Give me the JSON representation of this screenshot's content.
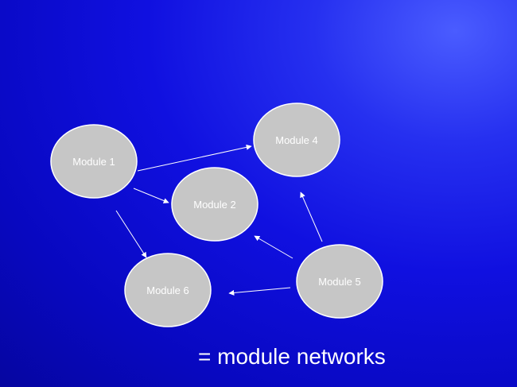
{
  "colors": {
    "node_fill": "#c6c6c6",
    "node_stroke": "#ffffff",
    "edge": "#ffffff"
  },
  "nodes": [
    {
      "id": "m1",
      "label": "Module 1"
    },
    {
      "id": "m2",
      "label": "Module 2"
    },
    {
      "id": "m4",
      "label": "Module 4"
    },
    {
      "id": "m5",
      "label": "Module 5"
    },
    {
      "id": "m6",
      "label": "Module 6"
    }
  ],
  "edges": [
    {
      "from": "m1",
      "to": "m4"
    },
    {
      "from": "m1",
      "to": "m2"
    },
    {
      "from": "m1",
      "to": "m6"
    },
    {
      "from": "m5",
      "to": "m4"
    },
    {
      "from": "m5",
      "to": "m2"
    },
    {
      "from": "m5",
      "to": "m6"
    }
  ],
  "caption": "= module networks"
}
